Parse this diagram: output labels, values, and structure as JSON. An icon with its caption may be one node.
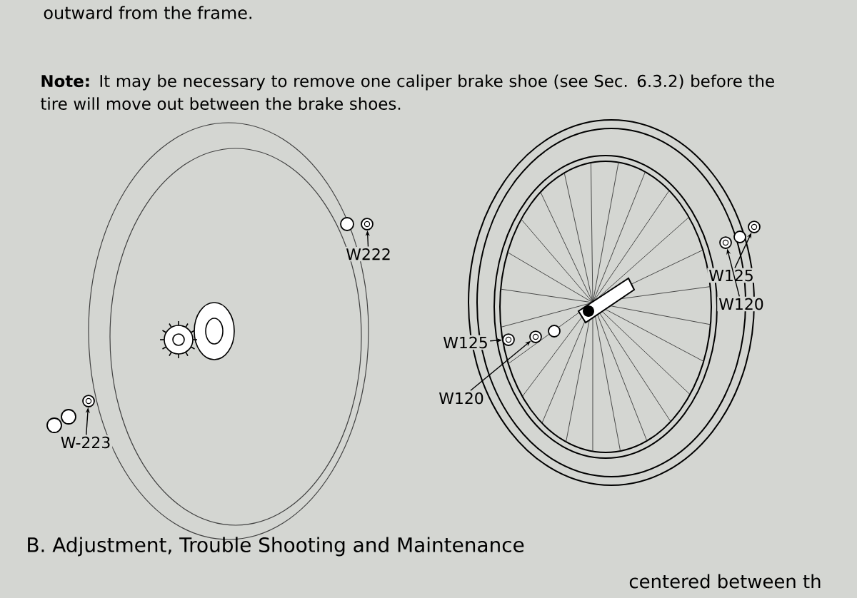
{
  "diagram": {
    "nodes": [
      {
        "text": [
          "W222"
        ]
      },
      {
        "text": [],
        "shape": "circle"
      },
      {
        "text": [
          "W-223"
        ]
      },
      {
        "text": [],
        "shape": "circle"
      },
      {
        "text": [
          "W125"
        ]
      },
      {
        "text": [],
        "shape": "circle"
      },
      {
        "text": [
          "W120"
        ]
      },
      {
        "text": [],
        "shape": "circle"
      },
      {
        "text": [
          "W125"
        ]
      },
      {
        "text": [],
        "shape": "circle"
      },
      {
        "text": [
          "W120"
        ]
      },
      {
        "text": [],
        "shape": "circle"
      }
    ],
    "edges": [
      {
        "from": 0,
        "to": 1,
        "arrow": "to"
      },
      {
        "from": 2,
        "to": 3,
        "arrow": "to"
      },
      {
        "from": 4,
        "to": 5,
        "arrow": "to"
      },
      {
        "from": 6,
        "to": 7,
        "arrow": "to"
      },
      {
        "from": 8,
        "to": 9,
        "arrow": "to"
      },
      {
        "from": 10,
        "to": 11,
        "arrow": "to"
      }
    ],
    "labels": [
      "outward from the frame.",
      "**Note:** It may be necessary to remove one caliper brake shoe (see Sec. 6.3.2) before the tire will move out between the brake shoes.",
      "B. Adjustment, Trouble Shooting and Maintenance",
      "centered between th"
    ]
  }
}
